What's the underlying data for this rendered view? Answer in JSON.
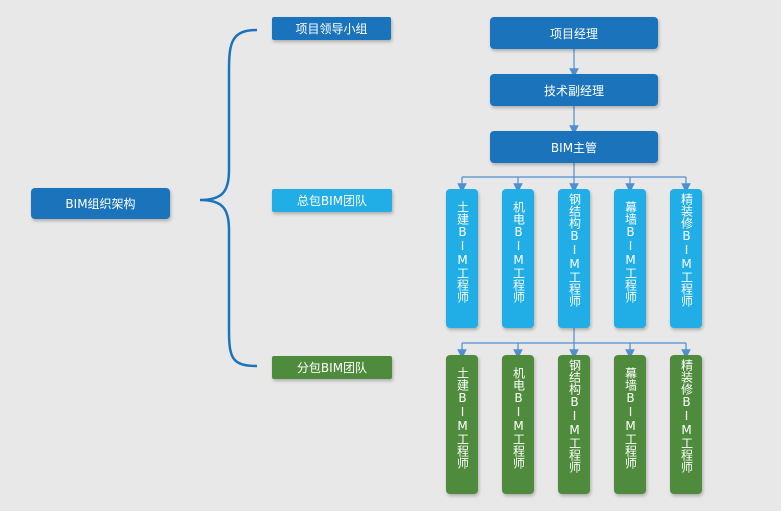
{
  "root": {
    "label": "BIM组织架构"
  },
  "groups": {
    "leader": "项目领导小组",
    "general": "总包BIM团队",
    "sub": "分包BIM团队"
  },
  "chain": {
    "pm": "项目经理",
    "tech": "技术副经理",
    "bim": "BIM主管"
  },
  "general_team": [
    "土建BIM工程师",
    "机电BIM工程师",
    "钢结构BIM工程师",
    "幕墙BIM工程师",
    "精装修BIM工程师"
  ],
  "sub_team": [
    "土建BIM工程师",
    "机电BIM工程师",
    "钢结构BIM工程师",
    "幕墙BIM工程师",
    "精装修BIM工程师"
  ],
  "colors": {
    "dark_blue": "#1b74bb",
    "light_blue": "#21ade6",
    "green": "#4f8b3d",
    "connector": "#4f8fd0"
  }
}
